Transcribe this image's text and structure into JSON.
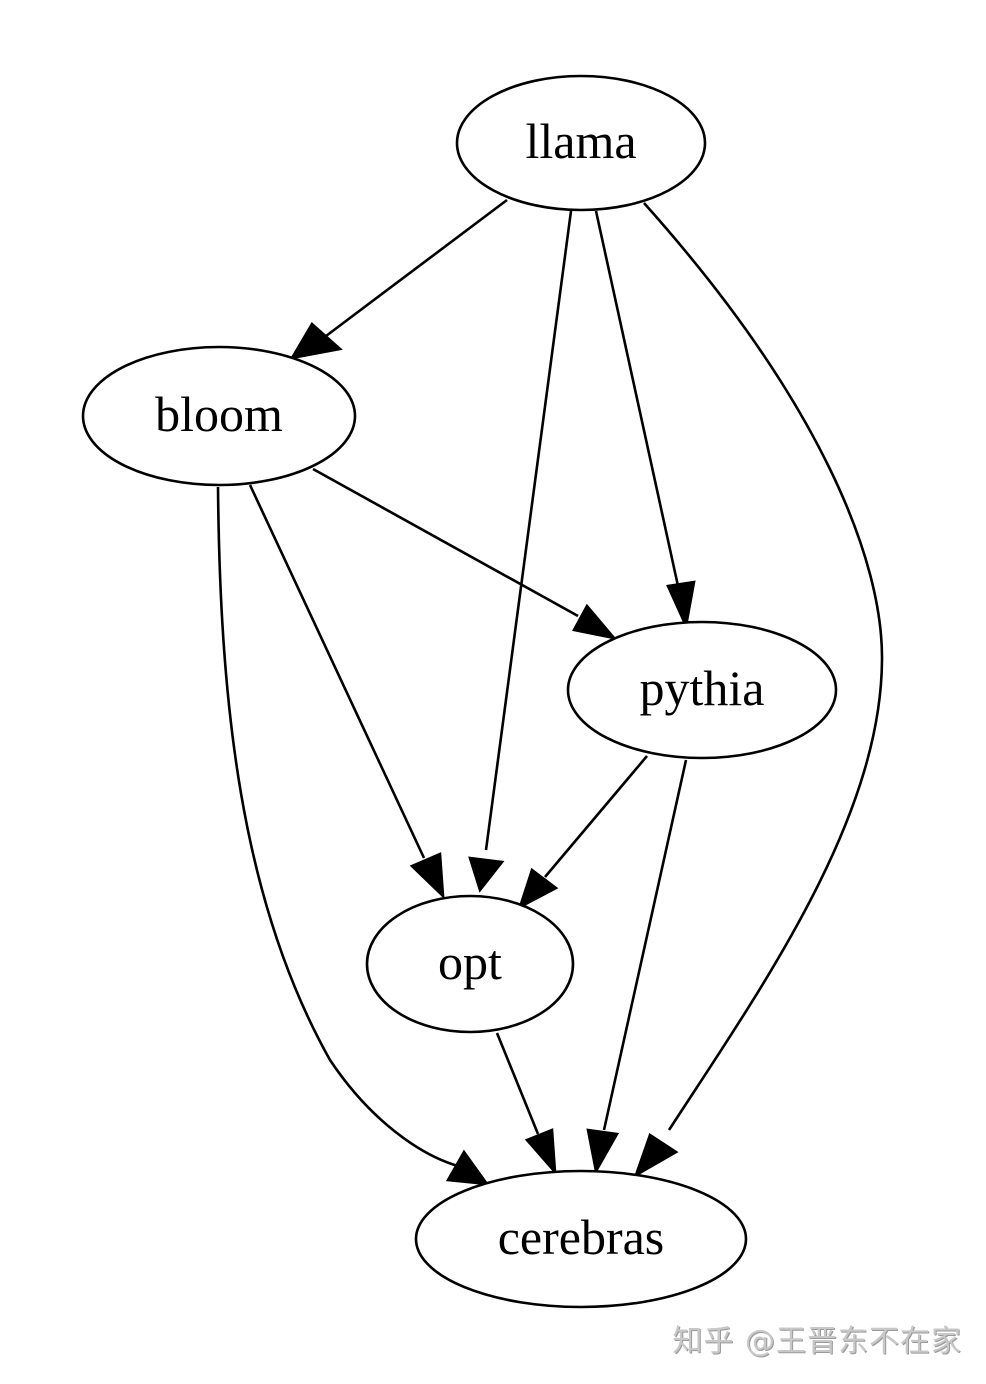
{
  "diagram": {
    "type": "directed-graph",
    "nodes": [
      {
        "id": "llama",
        "label": "llama"
      },
      {
        "id": "bloom",
        "label": "bloom"
      },
      {
        "id": "pythia",
        "label": "pythia"
      },
      {
        "id": "opt",
        "label": "opt"
      },
      {
        "id": "cerebras",
        "label": "cerebras"
      }
    ],
    "edges": [
      {
        "from": "llama",
        "to": "bloom"
      },
      {
        "from": "llama",
        "to": "opt"
      },
      {
        "from": "llama",
        "to": "pythia"
      },
      {
        "from": "llama",
        "to": "cerebras"
      },
      {
        "from": "bloom",
        "to": "pythia"
      },
      {
        "from": "bloom",
        "to": "opt"
      },
      {
        "from": "bloom",
        "to": "cerebras"
      },
      {
        "from": "pythia",
        "to": "opt"
      },
      {
        "from": "pythia",
        "to": "cerebras"
      },
      {
        "from": "opt",
        "to": "cerebras"
      }
    ]
  },
  "watermark": "知乎 @王晋东不在家"
}
